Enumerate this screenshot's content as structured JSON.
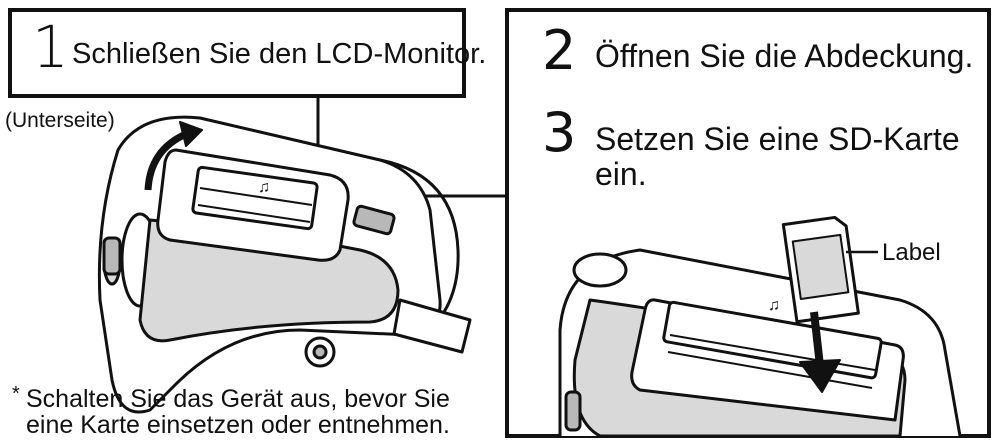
{
  "step1": {
    "number": "1",
    "text": "Schließen Sie den LCD-Monitor."
  },
  "step2": {
    "number": "2",
    "text": "Öffnen Sie die Abdeckung."
  },
  "step3": {
    "number": "3",
    "line1": "Setzen Sie eine SD-Karte",
    "line2": "ein."
  },
  "underside_label": "(Unterseite)",
  "card_label": "Label",
  "footnote": {
    "asterisk": "*",
    "line1": "Schalten Sie das Gerät aus, bevor Sie",
    "line2": "eine Karte einsetzen oder entnehmen."
  },
  "illustration_glyphs": {
    "slot_mark_left": "♫",
    "slot_mark_right": "♫"
  },
  "colors": {
    "ink": "#111111",
    "shade": "#d9d9d9",
    "shade_dark": "#b8b8b8",
    "background": "#ffffff"
  }
}
